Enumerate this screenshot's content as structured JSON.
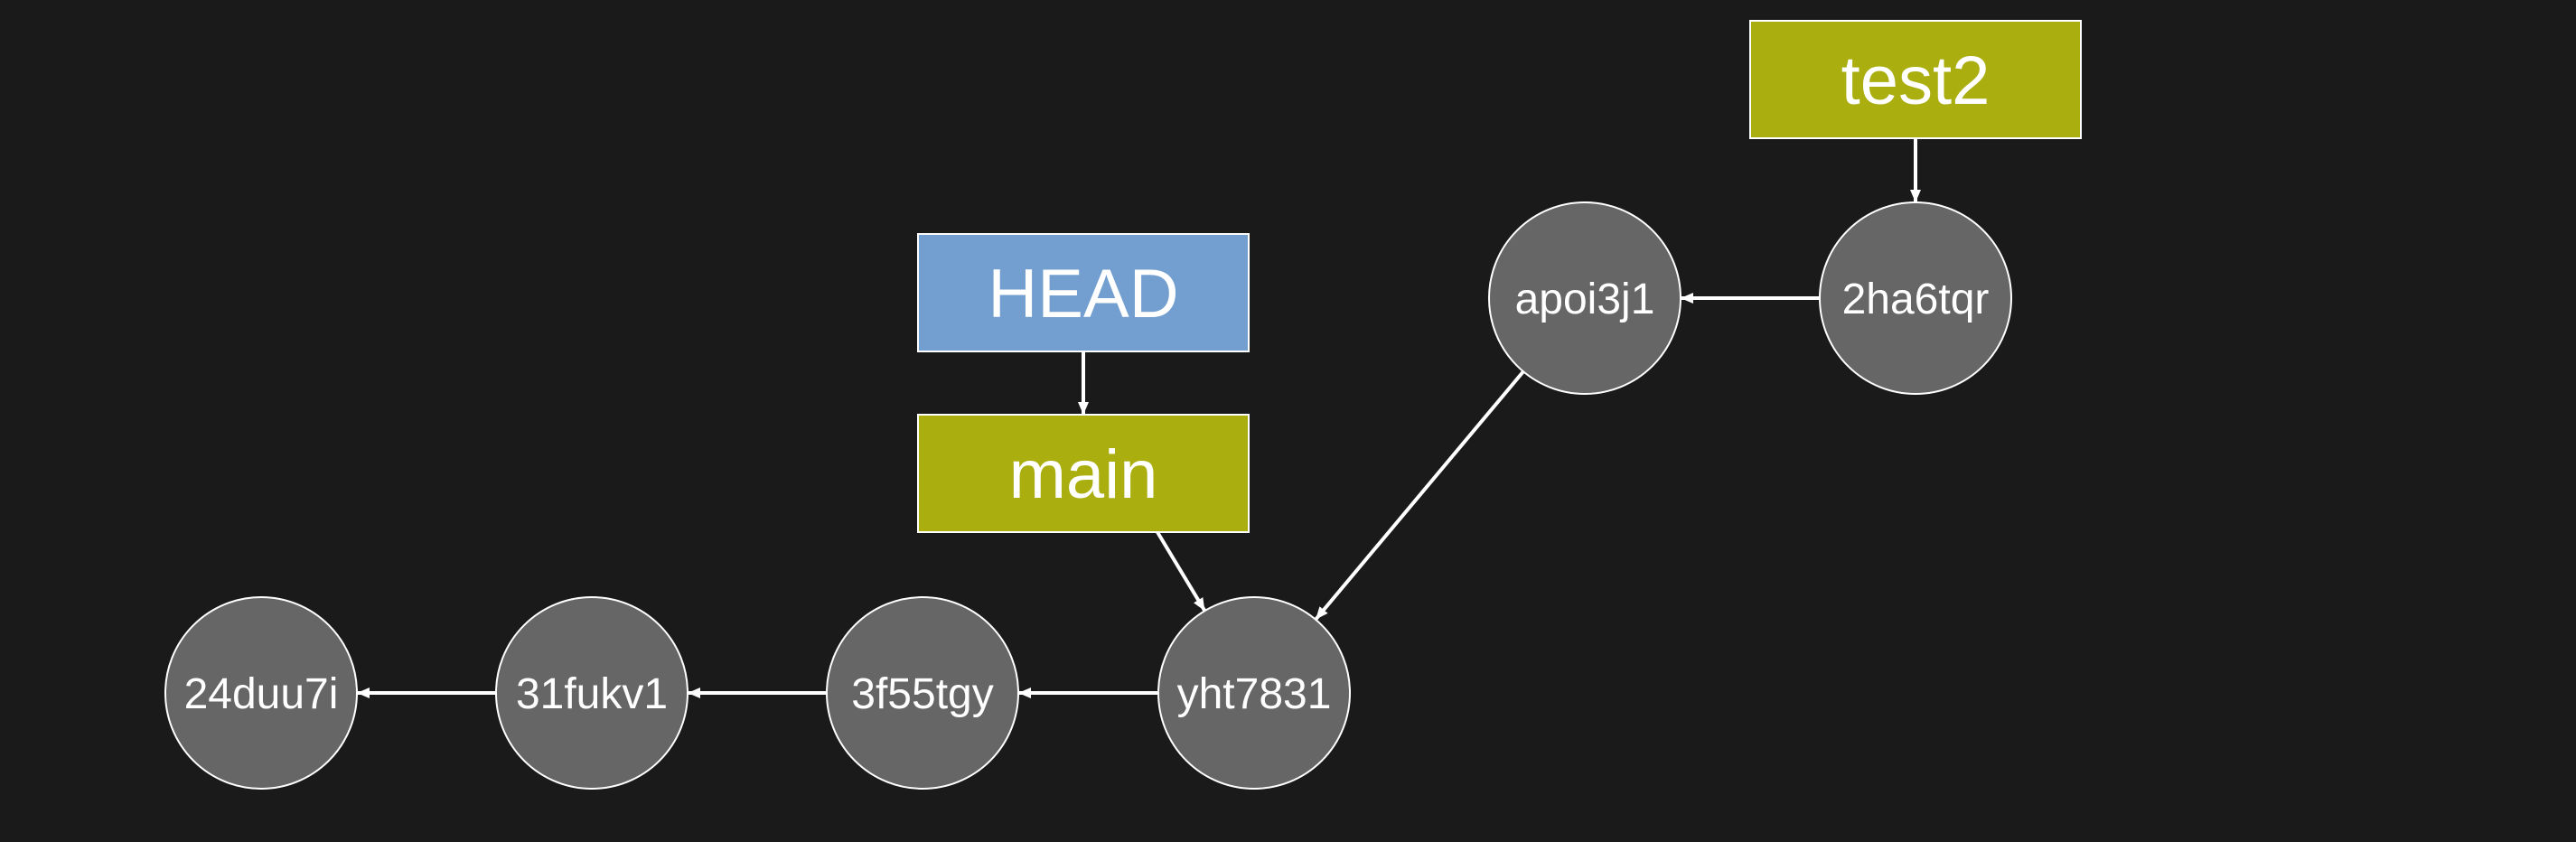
{
  "colors": {
    "background": "#1a1a1a",
    "commit_fill": "#666666",
    "branch_fill": "#aaae0e",
    "head_fill": "#729fcf",
    "stroke": "#ffffff",
    "text": "#ffffff"
  },
  "commits": [
    {
      "id": "24duu7i",
      "label": "24duu7i"
    },
    {
      "id": "31fukv1",
      "label": "31fukv1"
    },
    {
      "id": "3f55tgy",
      "label": "3f55tgy"
    },
    {
      "id": "yht7831",
      "label": "yht7831"
    },
    {
      "id": "apoi3j1",
      "label": "apoi3j1"
    },
    {
      "id": "2ha6tqr",
      "label": "2ha6tqr"
    }
  ],
  "refs": [
    {
      "id": "head",
      "label": "HEAD",
      "kind": "head",
      "target": "main"
    },
    {
      "id": "main",
      "label": "main",
      "kind": "branch",
      "target": "yht7831"
    },
    {
      "id": "test2",
      "label": "test2",
      "kind": "branch",
      "target": "2ha6tqr"
    }
  ],
  "edges": [
    {
      "from": "31fukv1",
      "to": "24duu7i"
    },
    {
      "from": "3f55tgy",
      "to": "31fukv1"
    },
    {
      "from": "yht7831",
      "to": "3f55tgy"
    },
    {
      "from": "apoi3j1",
      "to": "yht7831"
    },
    {
      "from": "2ha6tqr",
      "to": "apoi3j1"
    },
    {
      "from": "main",
      "to": "yht7831"
    },
    {
      "from": "head",
      "to": "main"
    },
    {
      "from": "test2",
      "to": "2ha6tqr"
    }
  ]
}
